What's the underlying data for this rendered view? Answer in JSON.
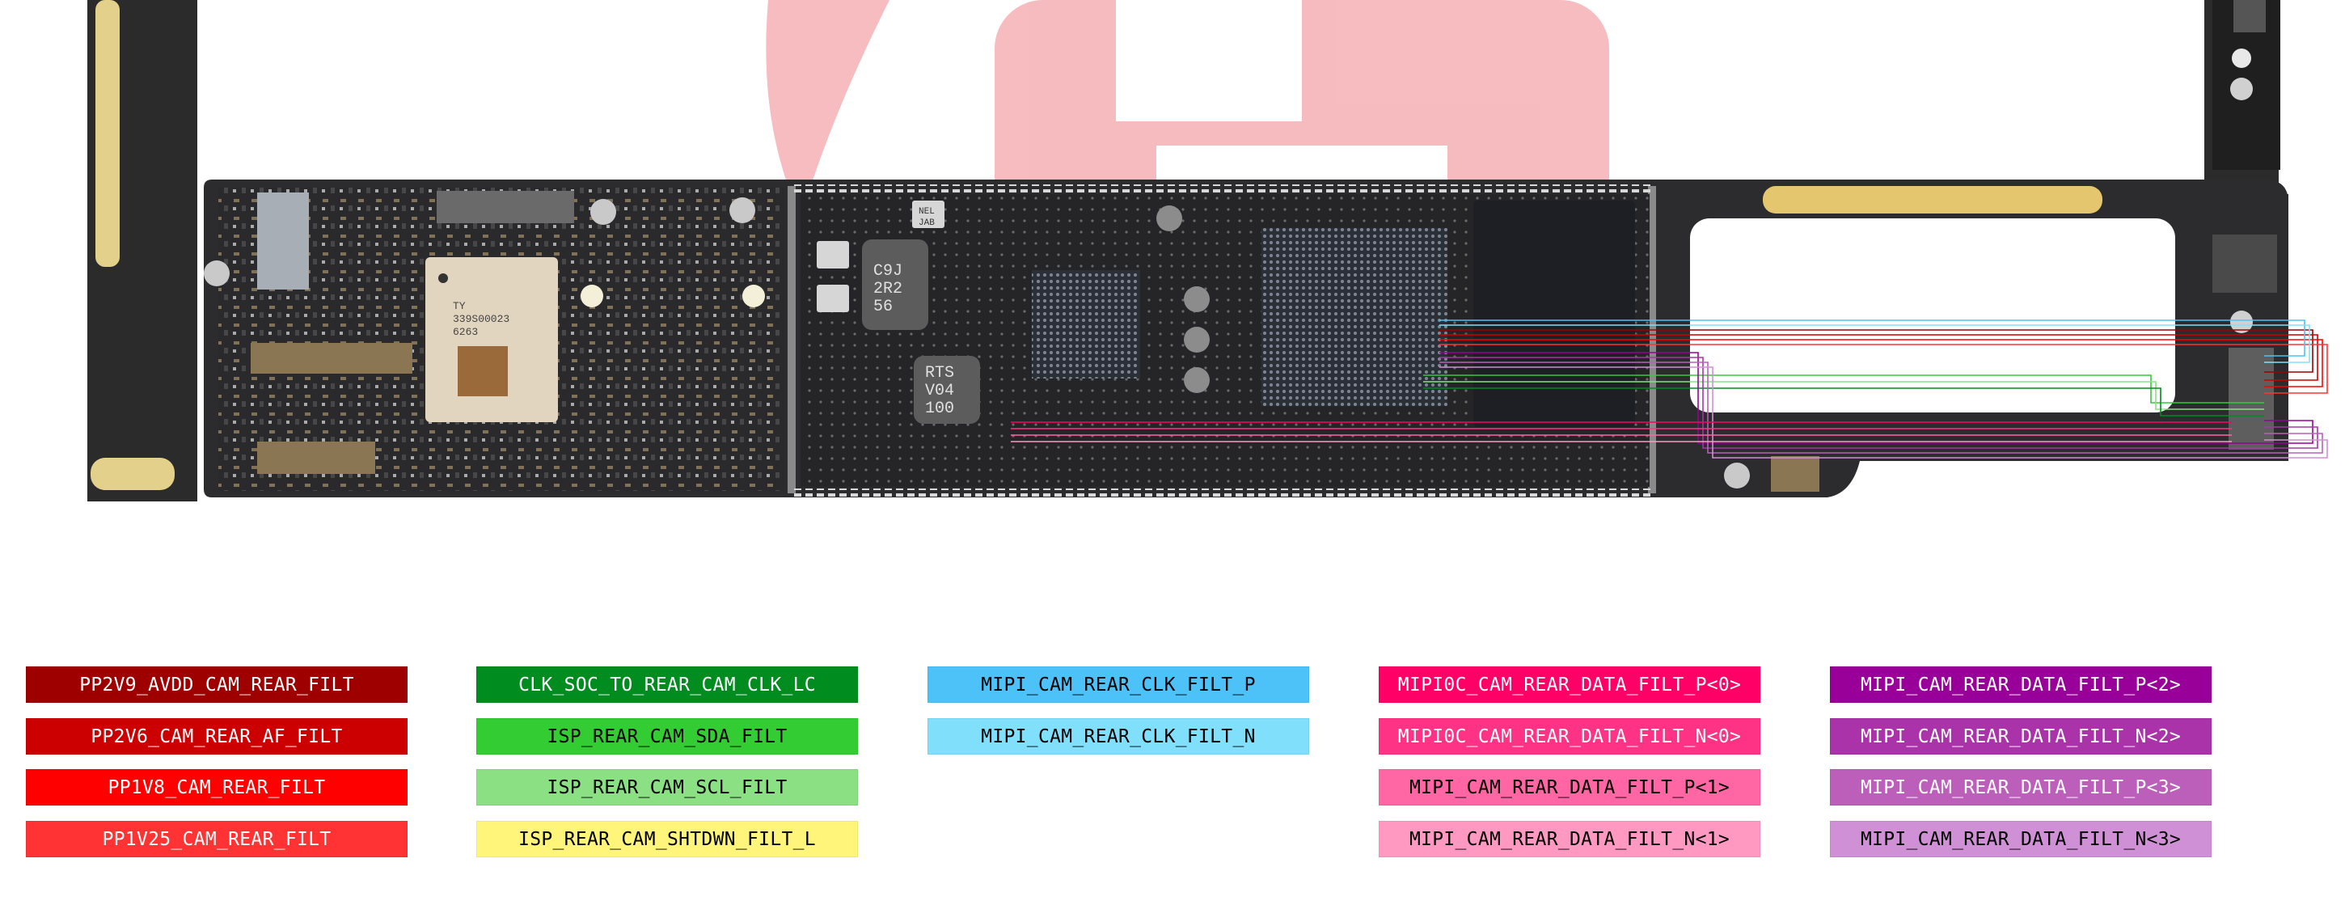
{
  "board": {
    "chip_label_1": [
      "TY",
      "339S00023",
      "6263"
    ],
    "chip_label_2": [
      "C9J",
      "2R2",
      "56"
    ],
    "chip_label_3": [
      "RTS",
      "V04",
      "100"
    ],
    "small_labels": [
      "NEL",
      "JAB"
    ]
  },
  "legend": {
    "columns": [
      {
        "items": [
          {
            "label": "PP2V9_AVDD_CAM_REAR_FILT",
            "color": "#9e0000",
            "text_color": "#ffffff"
          },
          {
            "label": "PP2V6_CAM_REAR_AF_FILT",
            "color": "#cc0000",
            "text_color": "#ffffff"
          },
          {
            "label": "PP1V8_CAM_REAR_FILT",
            "color": "#ff0000",
            "text_color": "#ffffff"
          },
          {
            "label": "PP1V25_CAM_REAR_FILT",
            "color": "#ff3333",
            "text_color": "#ffffff"
          }
        ]
      },
      {
        "items": [
          {
            "label": "CLK_SOC_TO_REAR_CAM_CLK_LC",
            "color": "#008c1f",
            "text_color": "#ffffff"
          },
          {
            "label": "ISP_REAR_CAM_SDA_FILT",
            "color": "#33cc33",
            "text_color": "#000000"
          },
          {
            "label": "ISP_REAR_CAM_SCL_FILT",
            "color": "#8ae083",
            "text_color": "#000000"
          },
          {
            "label": "ISP_REAR_CAM_SHTDWN_FILT_L",
            "color": "#fff57a",
            "text_color": "#000000"
          }
        ]
      },
      {
        "items": [
          {
            "label": "MIPI_CAM_REAR_CLK_FILT_P",
            "color": "#4dc2f9",
            "text_color": "#000000"
          },
          {
            "label": "MIPI_CAM_REAR_CLK_FILT_N",
            "color": "#80e0fb",
            "text_color": "#000000"
          }
        ]
      },
      {
        "items": [
          {
            "label": "MIPI0C_CAM_REAR_DATA_FILT_P<0>",
            "color": "#ff0066",
            "text_color": "#ffffff"
          },
          {
            "label": "MIPI0C_CAM_REAR_DATA_FILT_N<0>",
            "color": "#ff3385",
            "text_color": "#ffffff"
          },
          {
            "label": "MIPI_CAM_REAR_DATA_FILT_P<1>",
            "color": "#ff66a3",
            "text_color": "#000000"
          },
          {
            "label": "MIPI_CAM_REAR_DATA_FILT_N<1>",
            "color": "#ff99c2",
            "text_color": "#000000"
          }
        ]
      },
      {
        "items": [
          {
            "label": "MIPI_CAM_REAR_DATA_FILT_P<2>",
            "color": "#990099",
            "text_color": "#ffffff"
          },
          {
            "label": "MIPI_CAM_REAR_DATA_FILT_N<2>",
            "color": "#aa33aa",
            "text_color": "#ffffff"
          },
          {
            "label": "MIPI_CAM_REAR_DATA_FILT_P<3>",
            "color": "#bb5fbb",
            "text_color": "#ffffff"
          },
          {
            "label": "MIPI_CAM_REAR_DATA_FILT_N<3>",
            "color": "#d090d5",
            "text_color": "#000000"
          }
        ]
      }
    ]
  }
}
